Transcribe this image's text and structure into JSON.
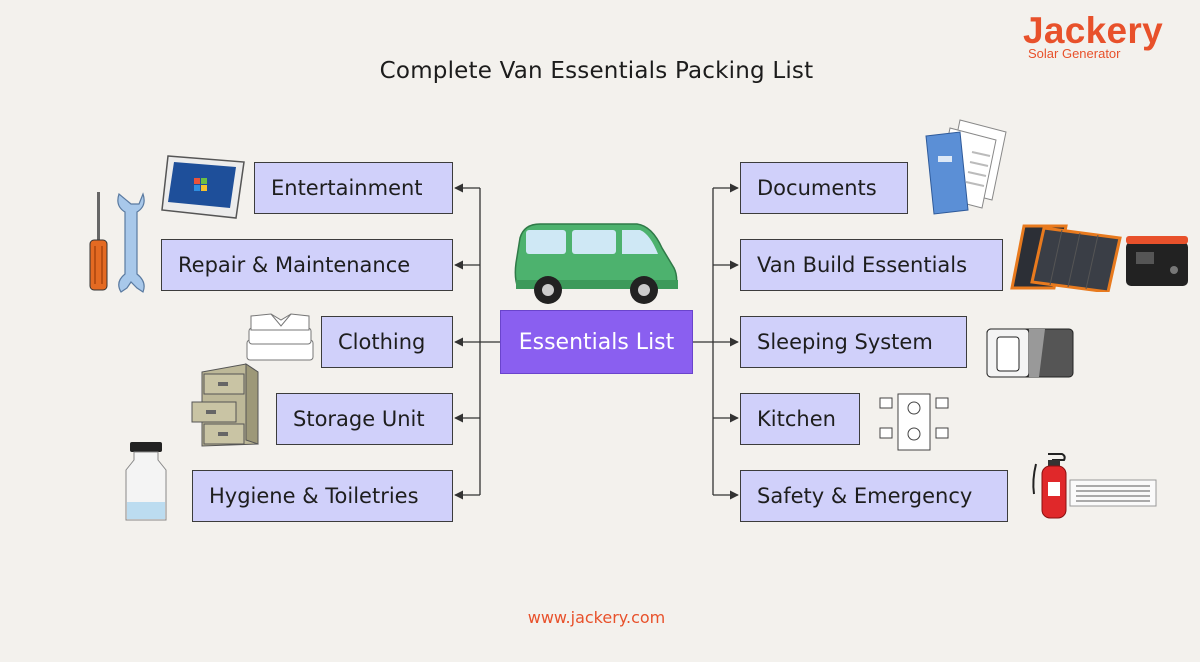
{
  "title": "Complete Van Essentials Packing List",
  "brand": {
    "name": "Jackery",
    "tagline": "Solar Generator"
  },
  "center": {
    "label": "Essentials List"
  },
  "left_items": [
    {
      "label": "Entertainment",
      "icon": "tablet-icon"
    },
    {
      "label": "Repair & Maintenance",
      "icon": "tools-icon"
    },
    {
      "label": "Clothing",
      "icon": "clothes-icon"
    },
    {
      "label": "Storage Unit",
      "icon": "filing-cabinet-icon"
    },
    {
      "label": "Hygiene & Toiletries",
      "icon": "jar-icon"
    }
  ],
  "right_items": [
    {
      "label": "Documents",
      "icon": "documents-icon"
    },
    {
      "label": "Van Build Essentials",
      "icon": "solar-generator-icon"
    },
    {
      "label": "Sleeping System",
      "icon": "mattress-icon"
    },
    {
      "label": "Kitchen",
      "icon": "table-icon"
    },
    {
      "label": "Safety & Emergency",
      "icon": "fire-extinguisher-icon"
    }
  ],
  "footer": "www.jackery.com",
  "colors": {
    "accent": "#e8512b",
    "box_fill": "#d0d0fa",
    "center_fill": "#8a5ff0",
    "background": "#f3f1ed"
  }
}
